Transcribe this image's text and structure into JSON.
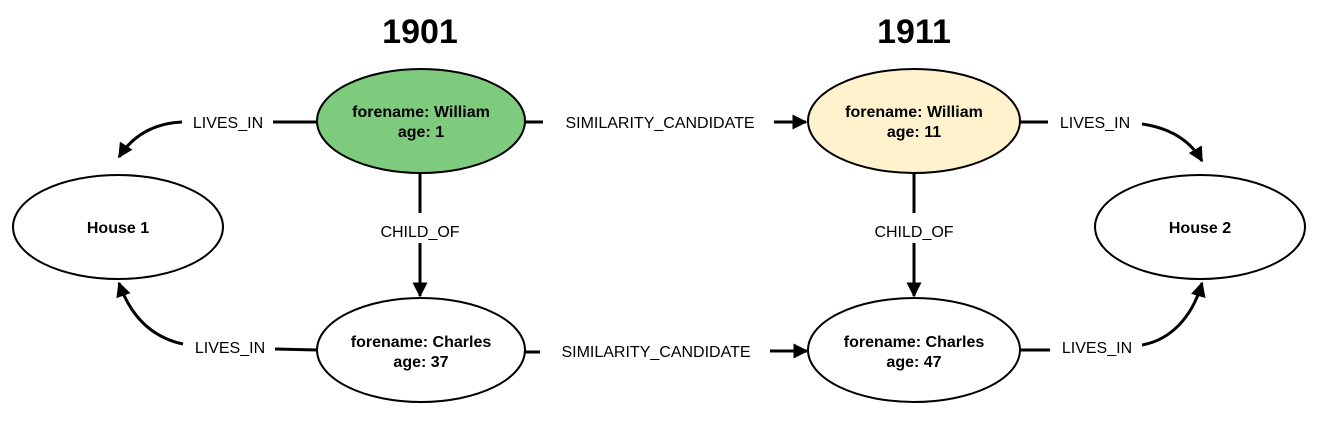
{
  "years": {
    "left": "1901",
    "right": "1911"
  },
  "colors": {
    "william_1901_fill": "#7FCB7D",
    "william_1911_fill": "#FFF2CC",
    "default_fill": "#FFFFFF",
    "stroke": "#000000"
  },
  "nodes": {
    "william_1901": {
      "line1": "forename: William",
      "line2": "age: 1"
    },
    "charles_1901": {
      "line1": "forename: Charles",
      "line2": "age: 37"
    },
    "william_1911": {
      "line1": "forename: William",
      "line2": "age: 11"
    },
    "charles_1911": {
      "line1": "forename: Charles",
      "line2": "age: 47"
    },
    "house_1": {
      "label": "House 1"
    },
    "house_2": {
      "label": "House 2"
    }
  },
  "edges": {
    "william1901_lives_in": "LIVES_IN",
    "charles1901_lives_in": "LIVES_IN",
    "william1911_lives_in": "LIVES_IN",
    "charles1911_lives_in": "LIVES_IN",
    "child_of_1901": "CHILD_OF",
    "child_of_1911": "CHILD_OF",
    "similarity_william": "SIMILARITY_CANDIDATE",
    "similarity_charles": "SIMILARITY_CANDIDATE"
  }
}
